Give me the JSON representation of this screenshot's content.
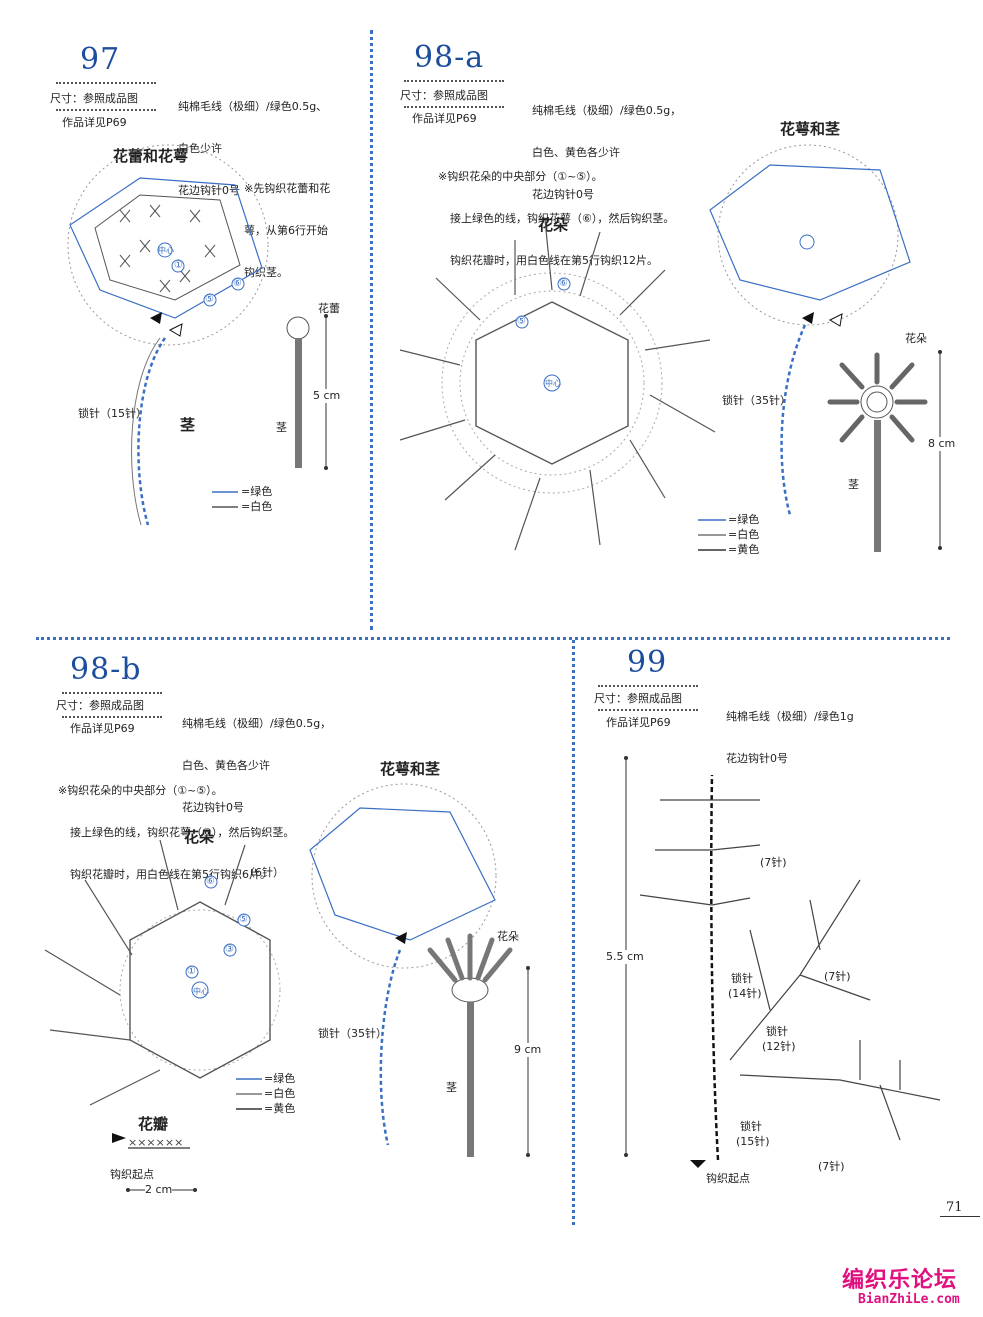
{
  "sections": {
    "p97": {
      "number": "97",
      "size_label": "尺寸：参照成品图",
      "ref": "作品详见P69",
      "materials": [
        "纯棉毛线（极细）/绿色0.5g、",
        "白色少许",
        "花边钩针0号"
      ],
      "heading": "花蕾和花萼",
      "note": [
        "※先钩织花蕾和花",
        "萼，从第6行开始",
        "钩织茎。"
      ],
      "chain_label": "锁针（15针）",
      "stem_label": "茎",
      "bud_label": "花蕾",
      "stem_small_label": "茎",
      "measure": "5 cm",
      "legend": [
        {
          "label": "=绿色",
          "color": "#3a6fc4"
        },
        {
          "label": "=白色",
          "color": "#555555"
        }
      ]
    },
    "p98a": {
      "number": "98-a",
      "size_label": "尺寸：参照成品图",
      "ref": "作品详见P69",
      "materials": [
        "纯棉毛线（极细）/绿色0.5g，",
        "白色、黄色各少许",
        "花边钩针0号"
      ],
      "note": [
        "※钩织花朵的中央部分（①~⑤）。",
        "接上绿色的线，钩织花萼（⑥），然后钩织茎。",
        "钩织花瓣时，用白色线在第5行钩织12片。"
      ],
      "flower_label": "花朵",
      "calyx_heading": "花萼和茎",
      "chain_label": "锁针（35针）",
      "flower_small_label": "花朵",
      "stem_label": "茎",
      "measure": "8 cm",
      "legend": [
        {
          "label": "=绿色",
          "color": "#3a6fc4"
        },
        {
          "label": "=白色",
          "color": "#777777"
        },
        {
          "label": "=黄色",
          "color": "#333333"
        }
      ]
    },
    "p98b": {
      "number": "98-b",
      "size_label": "尺寸：参照成品图",
      "ref": "作品详见P69",
      "materials": [
        "纯棉毛线（极细）/绿色0.5g，",
        "白色、黄色各少许",
        "花边钩针0号"
      ],
      "note": [
        "※钩织花朵的中央部分（①~⑤）。",
        "接上绿色的线，钩织花萼（⑥），然后钩织茎。",
        "钩织花瓣时，用白色线在第5行钩织6片。"
      ],
      "flower_label": "花朵",
      "stitch_count": "（6针）",
      "calyx_heading": "花萼和茎",
      "chain_label": "锁针（35针）",
      "flower_small_label": "花朵",
      "stem_label": "茎",
      "measure": "9 cm",
      "petal_heading": "花瓣",
      "start_label": "钩织起点",
      "petal_measure": "2 cm",
      "legend": [
        {
          "label": "=绿色",
          "color": "#3a6fc4"
        },
        {
          "label": "=白色",
          "color": "#777777"
        },
        {
          "label": "=黄色",
          "color": "#333333"
        }
      ]
    },
    "p99": {
      "number": "99",
      "size_label": "尺寸：参照成品图",
      "ref": "作品详见P69",
      "materials": [
        "纯棉毛线（极细）/绿色1g",
        "花边钩针0号"
      ],
      "measure": "5.5 cm",
      "labels": [
        "(7针)",
        "锁针",
        "(14针)",
        "(7针)",
        "锁针",
        "(12针)",
        "锁针",
        "(15针)",
        "(7针)"
      ],
      "start_label": "钩织起点"
    }
  },
  "page_number": "71",
  "forum": {
    "name": "编织乐论坛",
    "url": "BianZhiLe.com"
  }
}
